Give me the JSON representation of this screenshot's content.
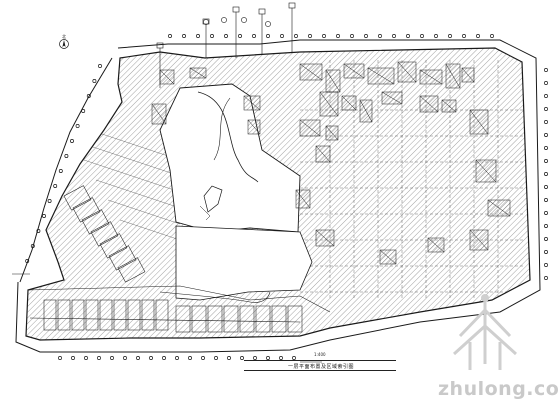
{
  "drawing": {
    "caption": "一层平面布置及区域索引图",
    "scale": "1:400",
    "north_label": "北"
  },
  "watermark": {
    "brand": "zhulong.com",
    "logo": "zhulong-logo"
  },
  "colors": {
    "ink": "#1a1a1a",
    "hatch": "#7a7a7a",
    "watermark": "#c9c9c9"
  }
}
